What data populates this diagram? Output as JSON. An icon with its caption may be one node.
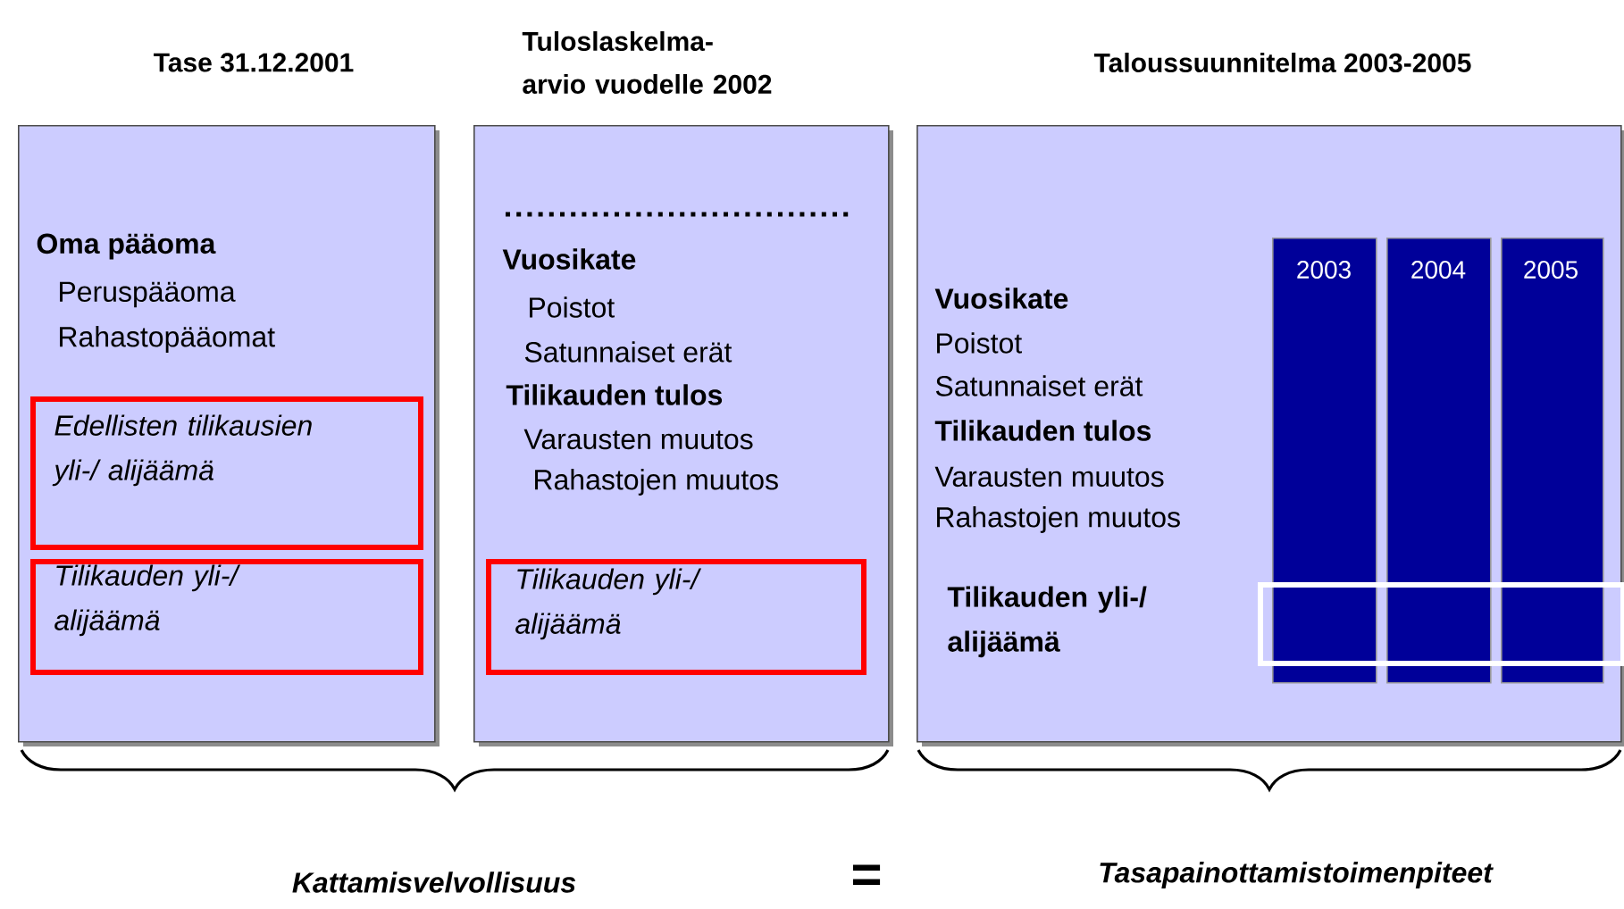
{
  "diagram": {
    "nodes": [
      {
        "text": [
          "Tase 31.12.2001",
          "Oma pääoma",
          "Peruspääoma",
          "Rahastopääomat"
        ]
      },
      {
        "text": [
          "Edellisten tilikausien yli-/ alijäämä"
        ],
        "in": 0
      },
      {
        "text": [
          "Tilikauden yli-/ alijäämä"
        ],
        "in": 0
      },
      {
        "text": [
          "Tuloslaskelma- arvio vuodelle 2002",
          "Vuosikate",
          "Poistot",
          "Satunnaiset erät",
          "Tilikauden tulos",
          "Varausten muutos",
          "Rahastojen muutos"
        ]
      },
      {
        "text": [
          "Tilikauden yli-/ alijäämä"
        ],
        "in": 3
      },
      {
        "text": [
          "Taloussuunnitelma 2003-2005",
          "Vuosikate",
          "Poistot",
          "Satunnaiset erät",
          "Tilikauden tulos",
          "Varausten muutos",
          "Rahastojen muutos",
          "Tilikauden yli-/ alijäämä"
        ]
      },
      {
        "text": [
          "2003"
        ],
        "in": 5
      },
      {
        "text": [
          "2004"
        ],
        "in": 5
      },
      {
        "text": [
          "2005"
        ],
        "in": 5
      },
      {
        "text": [],
        "shape": "box",
        "in": 5
      }
    ],
    "labels": [
      "Kattamisvelvollisuus",
      "=",
      "Tasapainottamistoimenpiteet"
    ]
  }
}
